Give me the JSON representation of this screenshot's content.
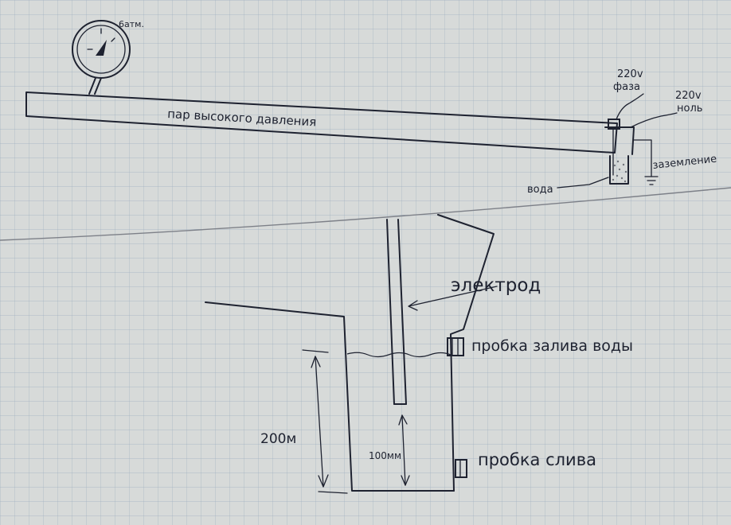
{
  "top_diagram": {
    "gauge_label": "6атм.",
    "pipe_label": "пар высокого давления",
    "phase_label_line1": "220v",
    "phase_label_line2": "фаза",
    "neutral_label_line1": "220v",
    "neutral_label_line2": "ноль",
    "ground_label": "заземление",
    "water_label": "вода"
  },
  "bottom_diagram": {
    "electrode_label": "электрод",
    "fill_plug_label": "пробка залива воды",
    "drain_plug_label": "пробка слива",
    "height_label": "200м",
    "gap_label": "100мм"
  },
  "colors": {
    "paper": "#d7dad9",
    "grid": "#9fb0bf",
    "ink": "#1e2230"
  }
}
